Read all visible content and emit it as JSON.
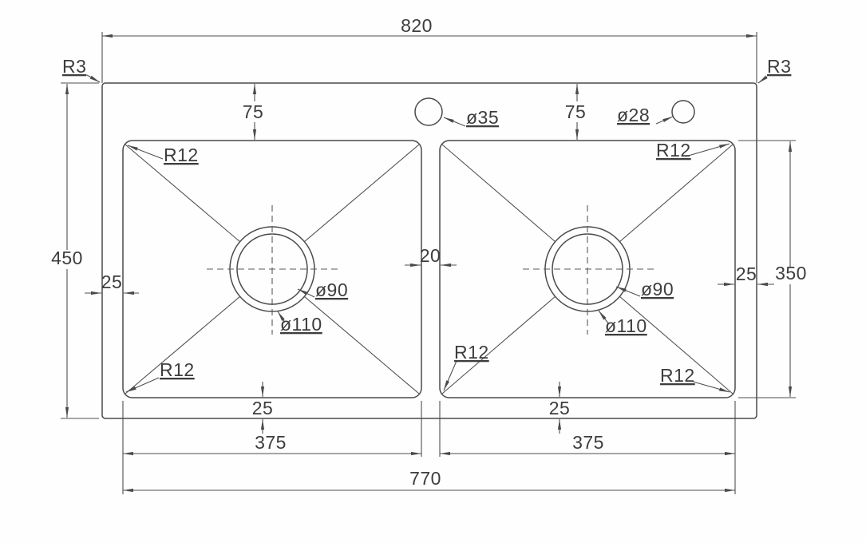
{
  "meta": {
    "type": "technical-drawing",
    "subject": "Double-bowl sink top-view dimensioned CAD drawing"
  },
  "style": {
    "background": "#ffffff",
    "line_color": "#4a4a4a",
    "text_color": "#3d3d3d"
  },
  "dims": {
    "overall_width": "820",
    "overall_height": "450",
    "top_offset_left": "75",
    "top_offset_right": "75",
    "side_offset_left": "25",
    "side_offset_right": "25",
    "divider_width": "20",
    "bottom_offset_left": "25",
    "bottom_offset_right": "25",
    "bowl_width_left": "375",
    "bowl_width_right": "375",
    "bowls_span": "770",
    "bowl_height": "350"
  },
  "radii": {
    "outer_corner_left": "R3",
    "outer_corner_right": "R3",
    "bowl_left_top": "R12",
    "bowl_left_bottom": "R12",
    "bowl_right_divider_bottom": "R12",
    "bowl_right_top": "R12",
    "bowl_right_bottom": "R12"
  },
  "holes": {
    "faucet_hole_large": "ø35",
    "faucet_hole_small": "ø28",
    "drain_left_inner": "ø90",
    "drain_left_outer": "ø110",
    "drain_right_inner": "ø90",
    "drain_right_outer": "ø110"
  }
}
